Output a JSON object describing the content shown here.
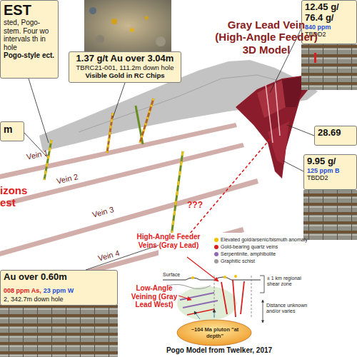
{
  "diagram": {
    "caption": "Pogo Model from Twelker, 2017",
    "nodes": [
      {
        "text": [
          "EST",
          "sted, Pogo- stem. Four wo intervals th in hole",
          "Pogo-style ect."
        ]
      },
      {
        "text": [
          "1.37 g/t Au over 3.04m",
          "TBRC21-001, 111.2m down hole",
          "Visible Gold in RC Chips"
        ]
      },
      {
        "text": [
          "12.45 g/",
          "76.4 g/",
          "840 ppm",
          "TBDD2"
        ]
      },
      {
        "text": [
          "m"
        ]
      },
      {
        "text": [
          "28.69"
        ]
      },
      {
        "text": [
          "9.95 g/",
          "125 ppm B",
          "TBDD2"
        ]
      },
      {
        "text": [
          "Au over 0.60m",
          "008 ppm As,",
          "23 ppm W",
          "2, 342.7m down hole"
        ]
      }
    ],
    "labels": [
      "Gray Lead Vein (High-Angle Feeder) 3D Model",
      "Vein 1",
      "Vein 2",
      "Vein 3",
      "Vein 4",
      "izons est",
      "???",
      "High-Angle Feeder Veins (Gray Lead)",
      "Low-Angle Veining (Gray Lead West)",
      "Surface",
      "± 1 km regional shear zone",
      "Distance unknown and/or varies",
      "~104 Ma pluton \"at depth\""
    ],
    "legend": [
      {
        "text": "Elevated gold/arsenic/bismuth anomaly",
        "color": "#f2c200"
      },
      {
        "text": "Gold-bearing quartz veins",
        "color": "#d81e1e"
      },
      {
        "text": "Serpentinite, amphibolite",
        "color": "#8e6bb0"
      },
      {
        "text": "Graphitic schist",
        "color": "#9a9a9a"
      }
    ]
  }
}
